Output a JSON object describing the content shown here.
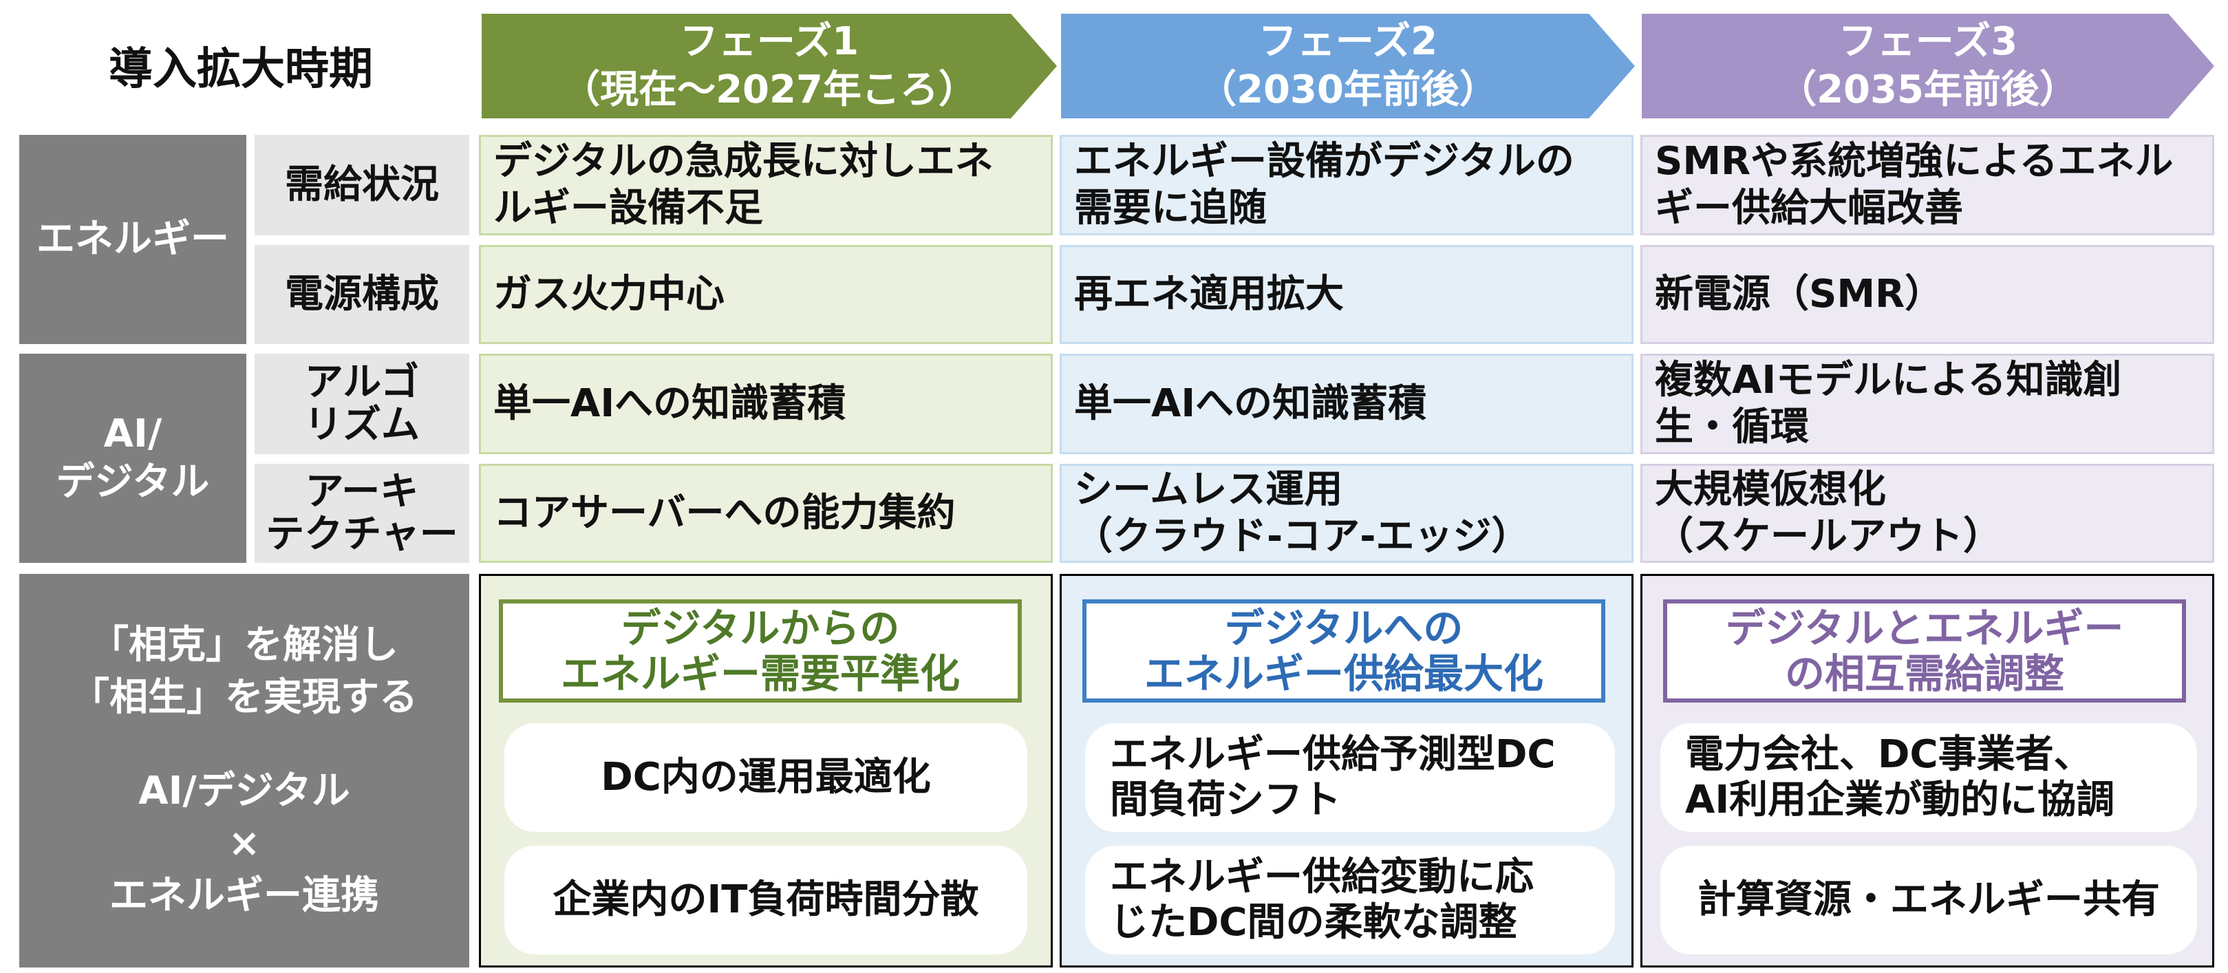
{
  "title": "導入拡大時期",
  "phases": [
    {
      "name": "フェーズ1",
      "period": "（現在～2027年ころ）",
      "color": "#76923c"
    },
    {
      "name": "フェーズ2",
      "period": "（2030年前後）",
      "color": "#6fa3dc"
    },
    {
      "name": "フェーズ3",
      "period": "（2035年前後）",
      "color": "#a493c6"
    }
  ],
  "categories": {
    "energy": "エネルギー",
    "ai": [
      "AI/",
      "デジタル"
    ],
    "integration": [
      "「相克」を解消し",
      "「相生」を実現する",
      "",
      "AI/デジタル",
      "×",
      "エネルギー連携"
    ]
  },
  "rows": [
    {
      "label": [
        "需給状況"
      ],
      "cells": [
        [
          "デジタルの急成長に対しエネ",
          "ルギー設備不足"
        ],
        [
          "エネルギー設備がデジタルの",
          "需要に追随"
        ],
        [
          "SMRや系統増強によるエネル",
          "ギー供給大幅改善"
        ]
      ]
    },
    {
      "label": [
        "電源構成"
      ],
      "cells": [
        [
          "ガス火力中心"
        ],
        [
          "再エネ適用拡大"
        ],
        [
          "新電源（SMR）"
        ]
      ]
    },
    {
      "label": [
        "アルゴ",
        "リズム"
      ],
      "cells": [
        [
          "単一AIへの知識蓄積"
        ],
        [
          "単一AIへの知識蓄積"
        ],
        [
          "複数AIモデルによる知識創",
          "生・循環"
        ]
      ]
    },
    {
      "label": [
        "アーキ",
        "テクチャー"
      ],
      "cells": [
        [
          "コアサーバーへの能力集約"
        ],
        [
          "シームレス運用",
          "（クラウド-コア-エッジ）"
        ],
        [
          "大規模仮想化",
          "（スケールアウト）"
        ]
      ]
    }
  ],
  "integration": [
    {
      "heading": [
        "デジタルからの",
        "エネルギー需要平準化"
      ],
      "heading_color": "#4f7a28",
      "items": [
        [
          "DC内の運用最適化"
        ],
        [
          "企業内のIT負荷時間分散"
        ]
      ]
    },
    {
      "heading": [
        "デジタルへの",
        "エネルギー供給最大化"
      ],
      "heading_color": "#2e6bb5",
      "items": [
        [
          "エネルギー供給予測型DC",
          "間負荷シフト"
        ],
        [
          "エネルギー供給変動に応",
          "じたDC間の柔軟な調整"
        ]
      ]
    },
    {
      "heading": [
        "デジタルとエネルギー",
        "の相互需給調整"
      ],
      "heading_color": "#8064a2",
      "items": [
        [
          "電力会社、DC事業者、",
          "AI利用企業が動的に協調"
        ],
        [
          "計算資源・エネルギー共有"
        ]
      ]
    }
  ]
}
